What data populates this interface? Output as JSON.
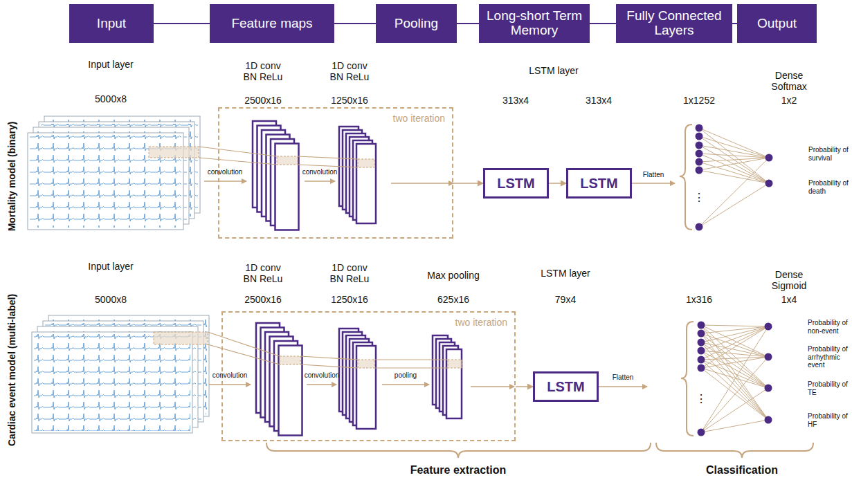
{
  "diagram": {
    "nodes": [
      {
        "text": [
          "Input"
        ]
      },
      {
        "text": [
          "Feature maps"
        ]
      },
      {
        "text": [
          "Pooling"
        ]
      },
      {
        "text": [
          "Long-short Term Memory"
        ]
      },
      {
        "text": [
          "Fully Connected Layers"
        ]
      },
      {
        "text": [
          "Output"
        ]
      },
      {
        "text": [
          "two iteration"
        ]
      },
      {
        "text": [
          "LSTM"
        ]
      },
      {
        "text": [
          "LSTM"
        ]
      },
      {
        "text": [
          "two iteration"
        ]
      },
      {
        "text": [
          "LSTM"
        ]
      }
    ],
    "edges": [
      {
        "from": 0,
        "to": 1,
        "arrow": "none"
      },
      {
        "from": 1,
        "to": 2,
        "arrow": "none"
      },
      {
        "from": 2,
        "to": 3,
        "arrow": "none"
      },
      {
        "from": 3,
        "to": 4,
        "arrow": "none"
      },
      {
        "from": 4,
        "to": 5,
        "arrow": "none"
      },
      {
        "from": 6,
        "to": 7,
        "arrow": "to"
      },
      {
        "from": 7,
        "to": 8,
        "arrow": "to"
      },
      {
        "from": 9,
        "to": 10,
        "arrow": "to"
      }
    ],
    "labels": [
      "Input layer",
      "5000x8",
      "1D conv BN ReLu",
      "2500x16",
      "1D conv BN ReLu",
      "1250x16",
      "LSTM layer",
      "313x4",
      "313x4",
      "1x1252",
      "Dense Softmax",
      "1x2",
      "convolution",
      "convolution",
      "Flatten",
      "Probability of survival",
      "Probability of death",
      "⋮",
      "Mortality model (binary)",
      "Input layer",
      "5000x8",
      "1D conv BN ReLu",
      "2500x16",
      "1D conv BN ReLu",
      "1250x16",
      "Max pooling",
      "625x16",
      "LSTM layer",
      "79x4",
      "1x316",
      "Dense Sigmoid",
      "1x4",
      "convolution",
      "convolution",
      "pooling",
      "Flatten",
      "Probability of non-event",
      "Probability of arrhythmic event",
      "Probability of TE",
      "Probability of HF",
      "⋮",
      "Cardiac event model (multi-label)",
      "Feature extraction",
      "Classification"
    ]
  }
}
